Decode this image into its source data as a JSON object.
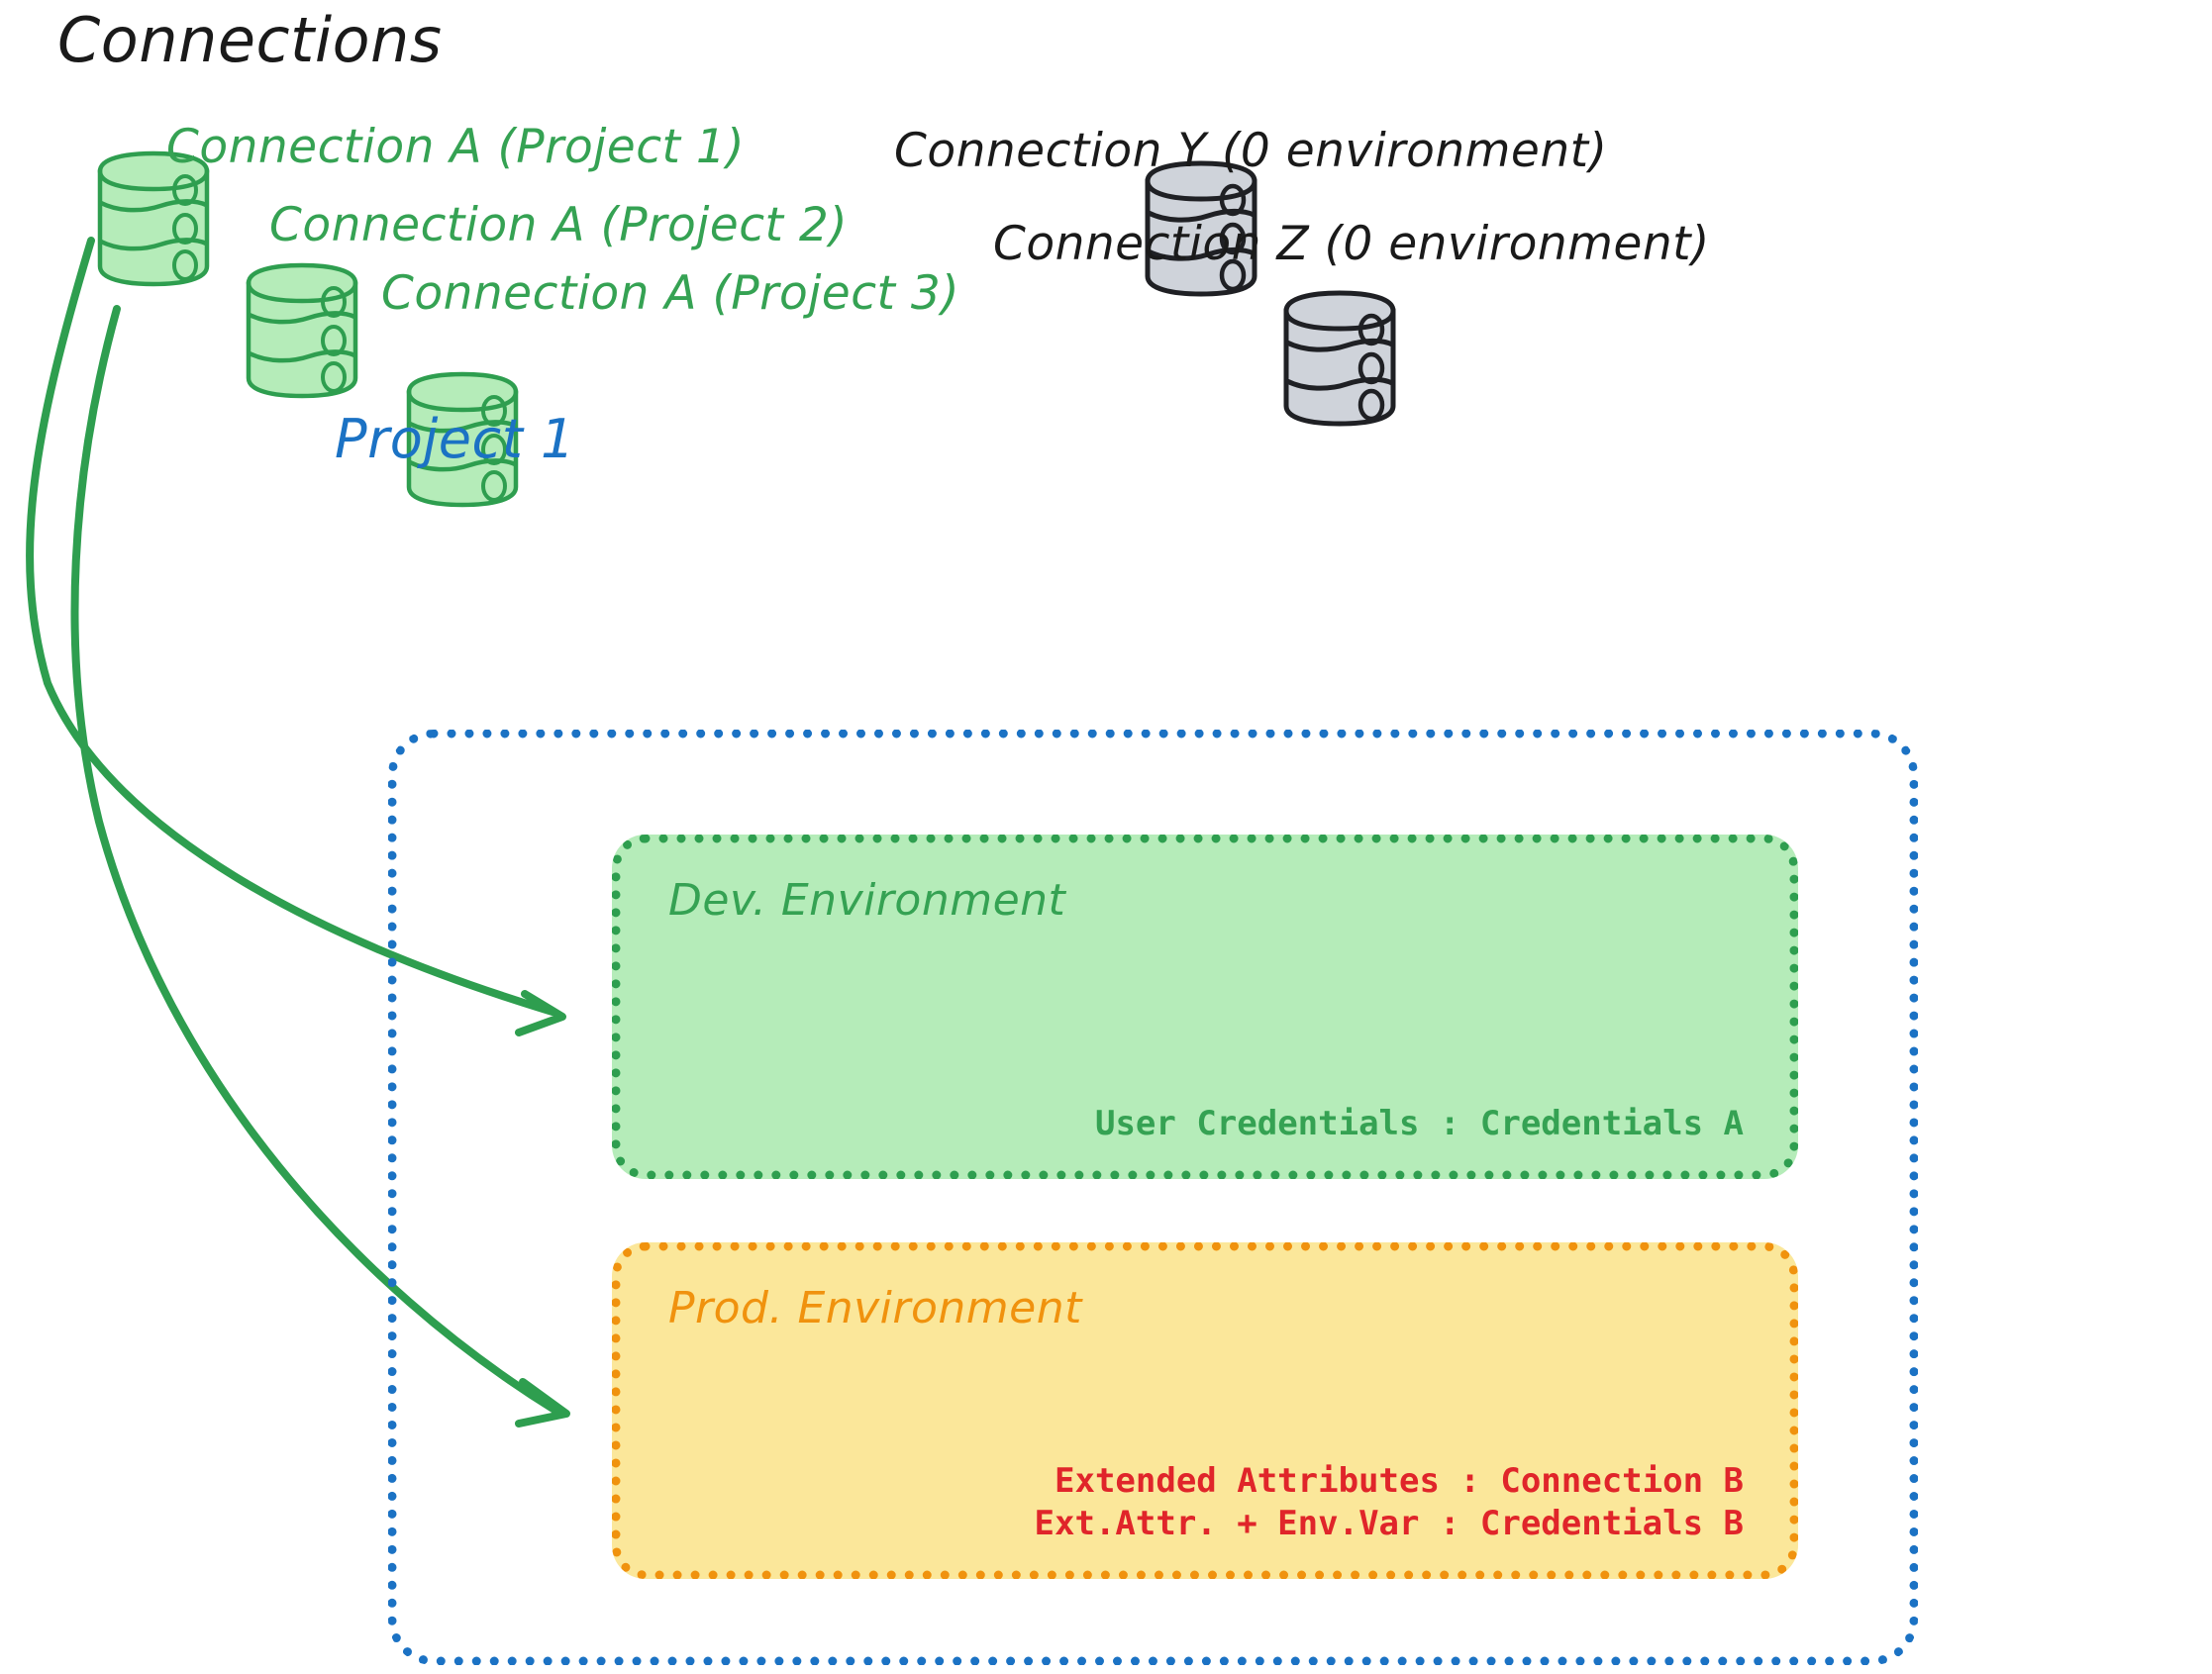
{
  "diagram": {
    "heading": "Connections",
    "green_connections": [
      {
        "label": "Connection A (Project 1)",
        "icon": "database-cylinder-icon",
        "color": "#35a253"
      },
      {
        "label": "Connection A (Project 2)",
        "icon": "database-cylinder-icon",
        "color": "#35a253"
      },
      {
        "label": "Connection A (Project 3)",
        "icon": "database-cylinder-icon",
        "color": "#35a253"
      }
    ],
    "gray_connections": [
      {
        "label": "Connection Y (0 environment)",
        "icon": "database-cylinder-icon",
        "color": "#1a1a1a"
      },
      {
        "label": "Connection Z (0 environment)",
        "icon": "database-cylinder-icon",
        "color": "#1a1a1a"
      }
    ],
    "project": {
      "title": "Project 1",
      "color": "#1b72c4",
      "environments": [
        {
          "title": "Dev. Environment",
          "fill": "#b5ecb9",
          "border": "#2e9e4f",
          "title_color": "#35a253",
          "lines": [
            {
              "text": "User Credentials : Credentials A",
              "color": "#35a253"
            }
          ]
        },
        {
          "title": "Prod. Environment",
          "fill": "#fbe79a",
          "border": "#f0920e",
          "title_color": "#f0920e",
          "lines": [
            {
              "text": "Extended Attributes : Connection B",
              "color": "#e0252a"
            },
            {
              "text": "Ext.Attr. + Env.Var : Credentials B",
              "color": "#e0252a"
            }
          ]
        }
      ]
    },
    "arrows": [
      {
        "from": "Connection A (Project 1)",
        "to": "Dev. Environment",
        "color": "#2e9e4f"
      },
      {
        "from": "Connection A (Project 1)",
        "to": "Prod. Environment",
        "color": "#2e9e4f"
      }
    ]
  }
}
